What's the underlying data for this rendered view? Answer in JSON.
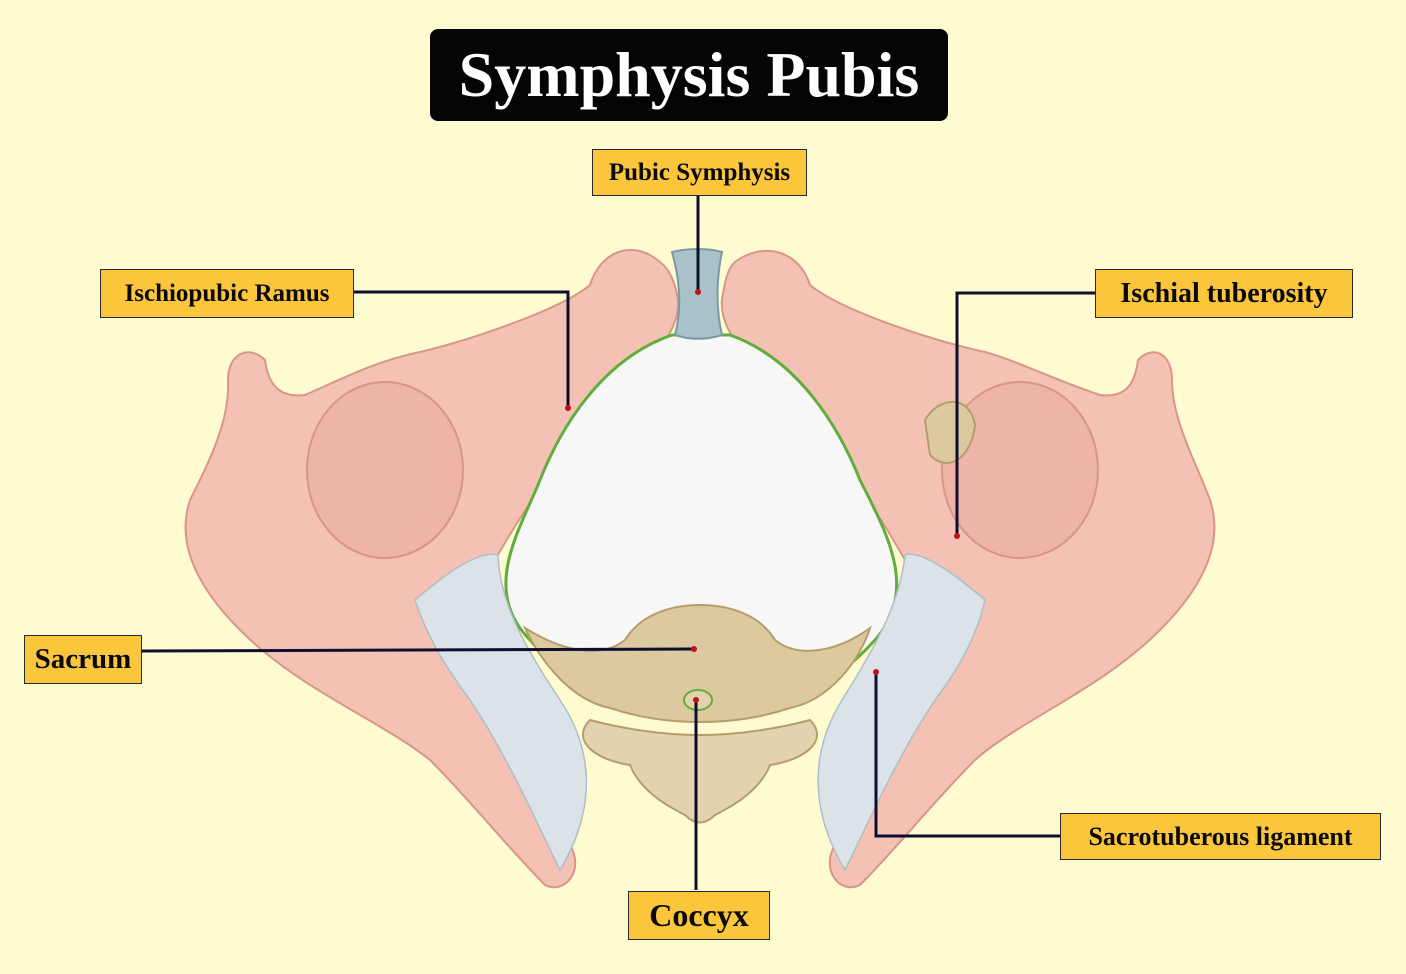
{
  "title": "Symphysis Pubis",
  "labels": {
    "pubic_symphysis": "Pubic Symphysis",
    "ischiopubic_ramus": "Ischiopubic Ramus",
    "ischial_tuberosity": "Ischial tuberosity",
    "sacrum": "Sacrum",
    "sacrotuberous_ligament": "Sacrotuberous ligament",
    "coccyx": "Coccyx"
  },
  "colors": {
    "background": "#fffbd0",
    "label_fill": "#fcc63c",
    "bone": "#f3c2b5",
    "sacrum": "#dcc9a0",
    "ligament": "#dbe3e8",
    "cartilage": "#a9c2c9",
    "leader_line": "#0d0f2e"
  }
}
